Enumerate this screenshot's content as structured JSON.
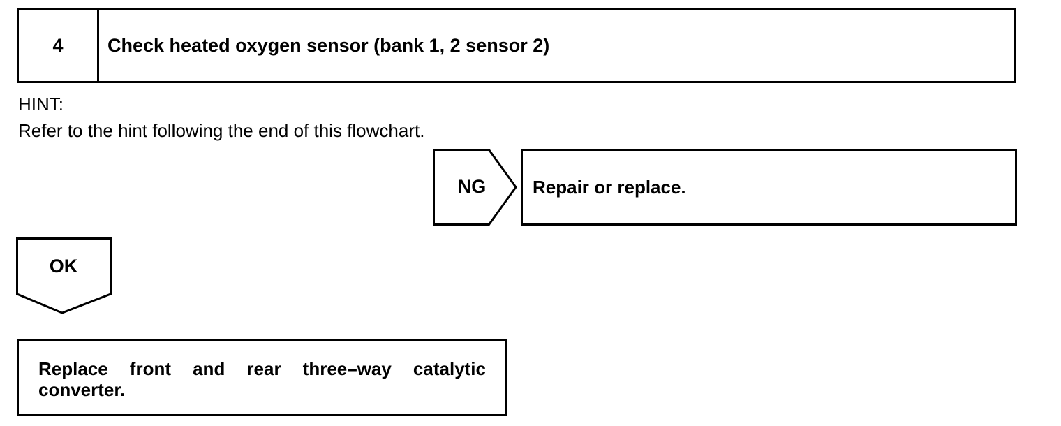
{
  "step": {
    "number": "4",
    "title": "Check heated oxygen sensor (bank 1, 2 sensor 2)"
  },
  "hint": {
    "label": "HINT:",
    "text": "Refer to the hint following the end of this flowchart."
  },
  "ng_branch": {
    "label": "NG",
    "action": "Repair or replace."
  },
  "ok_branch": {
    "label": "OK",
    "action": "Replace front and rear three–way catalytic converter."
  },
  "colors": {
    "stroke": "#000000",
    "background": "#ffffff"
  }
}
